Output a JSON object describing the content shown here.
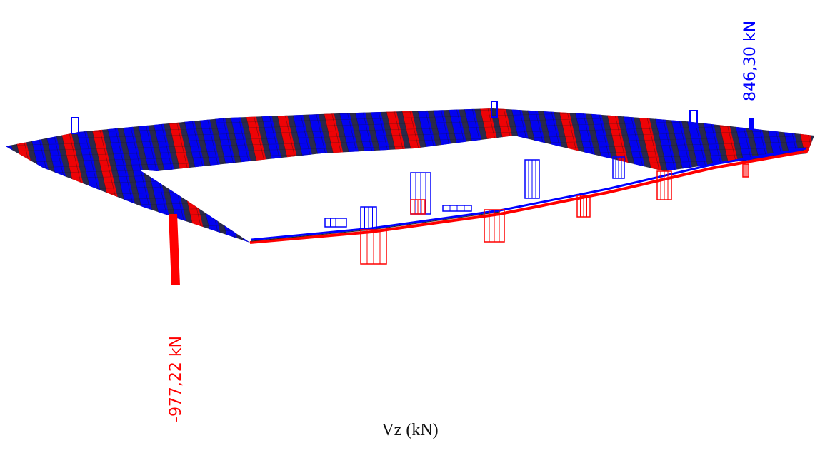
{
  "diagram": {
    "caption": "Vz (kN)",
    "min_label": "-977,22 kN",
    "max_label": "846,30 kN",
    "colors": {
      "negative": "#ff0000",
      "positive": "#0000ff",
      "mesh": "#1a1a1a"
    }
  }
}
